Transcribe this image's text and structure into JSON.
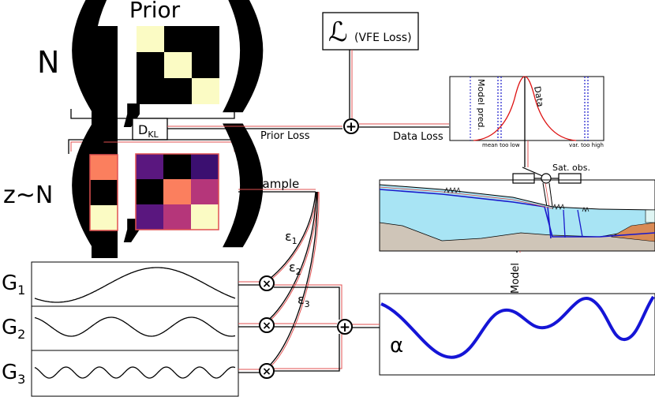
{
  "prior": {
    "title": "Prior",
    "n_label": "N",
    "mean_cells": [
      "#000000",
      "#000000",
      "#000000"
    ],
    "cov_cells": [
      [
        "#fbfbc4",
        "#000000",
        "#000000"
      ],
      [
        "#000000",
        "#fbfbc4",
        "#000000"
      ],
      [
        "#000000",
        "#000000",
        "#fbfbc4"
      ]
    ]
  },
  "posterior": {
    "label": "z~N",
    "mean_cells": [
      "#fb7f5e",
      "#000000",
      "#fbfbc4"
    ],
    "cov_cells": [
      [
        "#5a177f",
        "#000000",
        "#3b0f70"
      ],
      [
        "#000000",
        "#fb7f5e",
        "#b5367a"
      ],
      [
        "#5a177f",
        "#b5367a",
        "#fbfbc4"
      ]
    ]
  },
  "kl_label": "D",
  "kl_sub": "KL",
  "loss": {
    "symbol": "ℒ",
    "text": "(VFE Loss)"
  },
  "prior_loss_label": "Prior Loss",
  "data_loss_label": "Data Loss",
  "sample_label": "Sample",
  "epsilons": [
    {
      "symbol": "ε",
      "sub": "1"
    },
    {
      "symbol": "ε",
      "sub": "2"
    },
    {
      "symbol": "ε",
      "sub": "3"
    }
  ],
  "basis_functions": [
    {
      "symbol": "G",
      "sub": "1"
    },
    {
      "symbol": "G",
      "sub": "2"
    },
    {
      "symbol": "G",
      "sub": "3"
    }
  ],
  "multiply_symbol": "×",
  "sum_symbol": "+",
  "alpha_label": "α",
  "model_label": "Model",
  "sat_obs_label": "Sat. obs.",
  "likelihood_panel": {
    "model_pred_label": "Model pred.",
    "data_label": "Data",
    "mean_too_low_label": "mean too low",
    "var_too_high_label": "var. too high"
  },
  "colors": {
    "red_line": "#e05050",
    "model_blue": "#1a1acc",
    "data_red": "#dd1111",
    "ocean": "#a8e4f4",
    "seabed": "#cfc5b8",
    "sediment": "#d98a55",
    "alpha_curve": "#1515d6"
  }
}
